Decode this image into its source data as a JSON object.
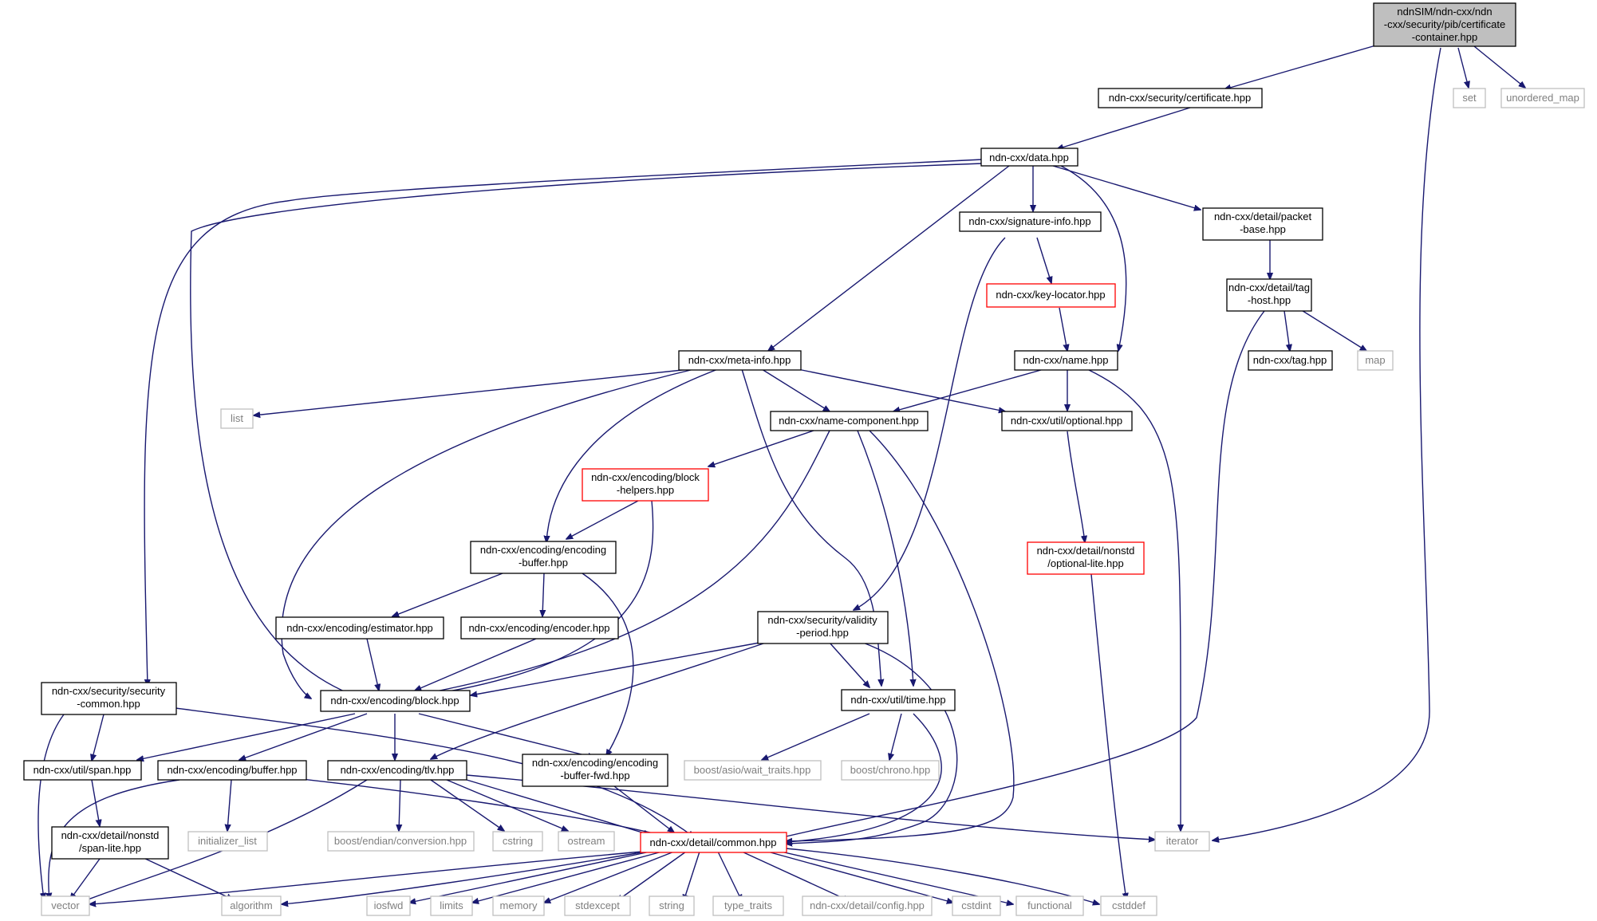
{
  "diagram": {
    "type": "include-dependency-graph",
    "colors": {
      "edge": "#191970",
      "root_fill": "#bfbfbf",
      "red_border": "#ff0000",
      "system_border": "#bfbfbf",
      "system_text": "#7f7f7f"
    },
    "nodes": {
      "root": [
        "ndnSIM/ndn-cxx/ndn",
        "-cxx/security/pib/certificate",
        "-container.hpp"
      ],
      "certificate": [
        "ndn-cxx/security/certificate.hpp"
      ],
      "set": [
        "set"
      ],
      "unordered_map": [
        "unordered_map"
      ],
      "data": [
        "ndn-cxx/data.hpp"
      ],
      "signature_info": [
        "ndn-cxx/signature-info.hpp"
      ],
      "packet_base": [
        "ndn-cxx/detail/packet",
        "-base.hpp"
      ],
      "key_locator": [
        "ndn-cxx/key-locator.hpp"
      ],
      "tag_host": [
        "ndn-cxx/detail/tag",
        "-host.hpp"
      ],
      "meta_info": [
        "ndn-cxx/meta-info.hpp"
      ],
      "name": [
        "ndn-cxx/name.hpp"
      ],
      "tag": [
        "ndn-cxx/tag.hpp"
      ],
      "map": [
        "map"
      ],
      "list": [
        "list"
      ],
      "name_component": [
        "ndn-cxx/name-component.hpp"
      ],
      "optional": [
        "ndn-cxx/util/optional.hpp"
      ],
      "block_helpers": [
        "ndn-cxx/encoding/block",
        "-helpers.hpp"
      ],
      "optional_lite": [
        "ndn-cxx/detail/nonstd",
        "/optional-lite.hpp"
      ],
      "encoding_buffer": [
        "ndn-cxx/encoding/encoding",
        "-buffer.hpp"
      ],
      "estimator": [
        "ndn-cxx/encoding/estimator.hpp"
      ],
      "encoder": [
        "ndn-cxx/encoding/encoder.hpp"
      ],
      "validity_period": [
        "ndn-cxx/security/validity",
        "-period.hpp"
      ],
      "security_common": [
        "ndn-cxx/security/security",
        "-common.hpp"
      ],
      "block": [
        "ndn-cxx/encoding/block.hpp"
      ],
      "time": [
        "ndn-cxx/util/time.hpp"
      ],
      "span": [
        "ndn-cxx/util/span.hpp"
      ],
      "buffer": [
        "ndn-cxx/encoding/buffer.hpp"
      ],
      "tlv": [
        "ndn-cxx/encoding/tlv.hpp"
      ],
      "encoding_buffer_fwd": [
        "ndn-cxx/encoding/encoding",
        "-buffer-fwd.hpp"
      ],
      "wait_traits": [
        "boost/asio/wait_traits.hpp"
      ],
      "chrono": [
        "boost/chrono.hpp"
      ],
      "span_lite": [
        "ndn-cxx/detail/nonstd",
        "/span-lite.hpp"
      ],
      "initializer_list": [
        "initializer_list"
      ],
      "endian": [
        "boost/endian/conversion.hpp"
      ],
      "cstring": [
        "cstring"
      ],
      "ostream": [
        "ostream"
      ],
      "common": [
        "ndn-cxx/detail/common.hpp"
      ],
      "iterator": [
        "iterator"
      ],
      "vector": [
        "vector"
      ],
      "algorithm": [
        "algorithm"
      ],
      "iosfwd": [
        "iosfwd"
      ],
      "limits": [
        "limits"
      ],
      "memory": [
        "memory"
      ],
      "stdexcept": [
        "stdexcept"
      ],
      "string": [
        "string"
      ],
      "type_traits": [
        "type_traits"
      ],
      "config": [
        "ndn-cxx/detail/config.hpp"
      ],
      "cstdint": [
        "cstdint"
      ],
      "functional": [
        "functional"
      ],
      "cstddef": [
        "cstddef"
      ]
    }
  }
}
